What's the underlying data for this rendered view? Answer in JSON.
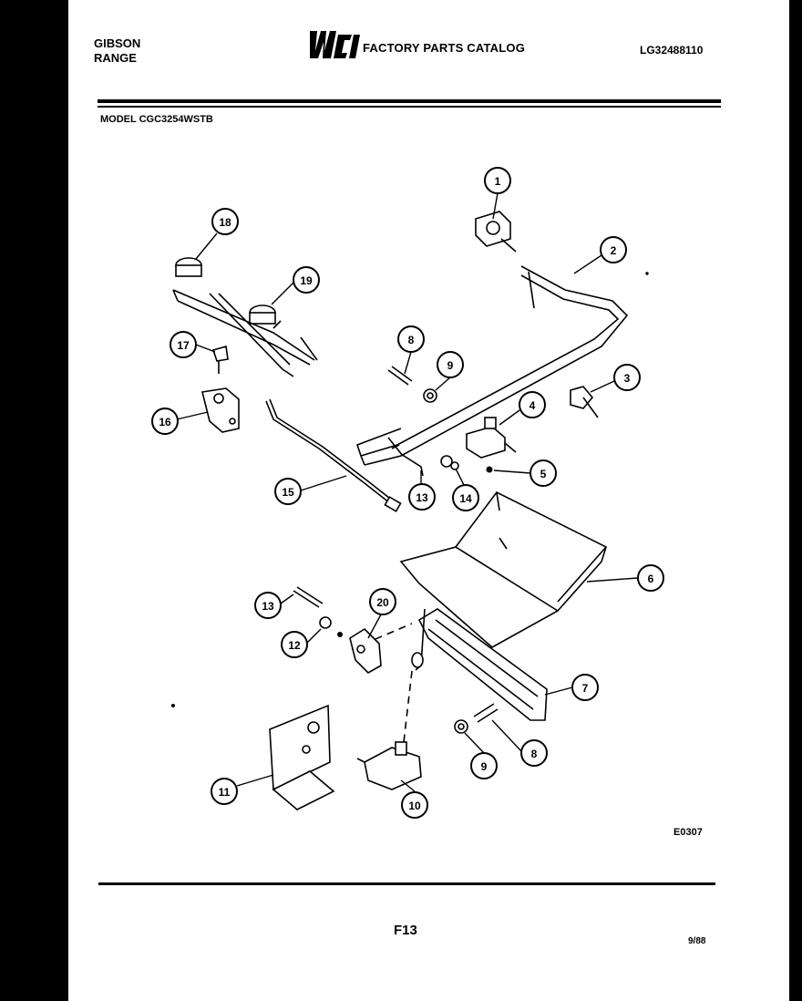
{
  "header": {
    "brand_line1": "GIBSON",
    "brand_line2": "RANGE",
    "catalog_title": "FACTORY PARTS CATALOG",
    "part_number": "LG32488110",
    "model": "MODEL CGC3254WSTB"
  },
  "footer": {
    "diagram_code": "E0307",
    "page": "F13",
    "date": "9/88"
  },
  "callouts": [
    "1",
    "2",
    "3",
    "4",
    "5",
    "6",
    "7",
    "8",
    "9",
    "8",
    "9",
    "10",
    "11",
    "12",
    "13",
    "13",
    "14",
    "15",
    "16",
    "17",
    "18",
    "19",
    "20"
  ]
}
